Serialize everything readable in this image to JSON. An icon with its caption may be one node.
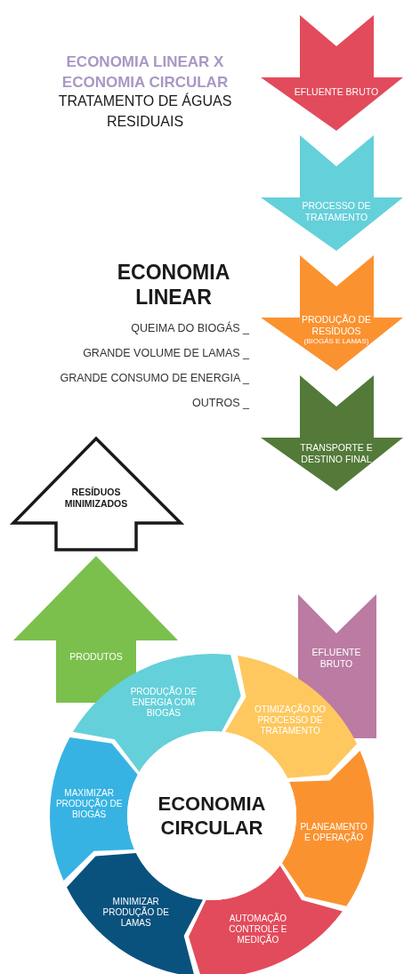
{
  "diagram": {
    "title": "ECONOMIA LINEAR X ECONOMIA CIRCULAR",
    "nodes": [
      {
        "text": [
          "EFLUENTE BRUTO"
        ]
      },
      {
        "text": [
          "PROCESSO DE TRATAMENTO"
        ]
      },
      {
        "text": [
          "PRODUÇÃO DE RESÍDUOS",
          "(BIOGÁS E LAMAS)"
        ]
      },
      {
        "text": [
          "TRANSPORTE E DESTINO FINAL"
        ]
      },
      {
        "text": [
          "RESÍDUOS MINIMIZADOS"
        ]
      },
      {
        "text": [
          "PRODUTOS"
        ]
      },
      {
        "text": [
          "EFLUENTE BRUTO"
        ]
      },
      {
        "text": [
          "PRODUÇÃO DE ENERGIA COM BIOGÁS"
        ]
      },
      {
        "text": [
          "OTIMIZAÇÃO DO PROCESSO DE TRATAMENTO"
        ]
      },
      {
        "text": [
          "MAXIMIZAR PRODUÇÃO DE BIOGÁS"
        ]
      },
      {
        "text": [
          "ECONOMIA CIRCULAR"
        ]
      },
      {
        "text": [
          "PLANEAMENTO E OPERAÇÃO"
        ]
      },
      {
        "text": [
          "MINIMIZAR PRODUÇÃO DE LAMAS"
        ]
      },
      {
        "text": [
          "AUTOMAÇÃO CONTROLE E MEDIÇÃO"
        ]
      }
    ],
    "labels": [
      "TRATAMENTO DE ÁGUAS RESIDUAIS",
      "ECONOMIA LINEAR",
      "QUEIMA DO BIOGÁS _",
      "GRANDE VOLUME DE LAMAS _",
      "GRANDE CONSUMO DE ENERGIA _",
      "OUTROS _"
    ]
  }
}
